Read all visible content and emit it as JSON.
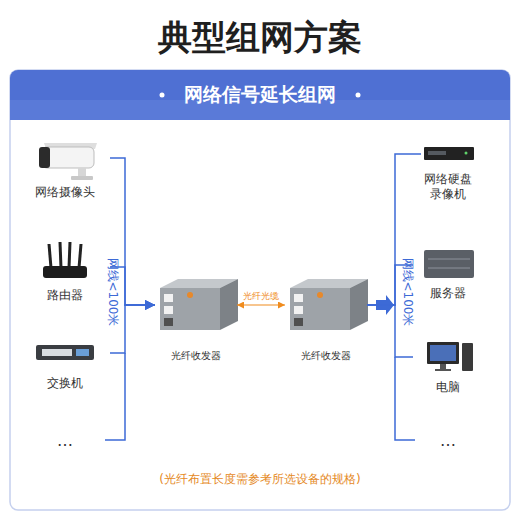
{
  "diagram": {
    "title": "典型组网方案",
    "caption": "(光纤布置长度需参考所选设备的规格)",
    "nodes": [
      {
        "text": [
          "网络信号延长组网"
        ]
      },
      {
        "text": [
          "网络摄像头"
        ]
      },
      {
        "text": [
          "路由器"
        ]
      },
      {
        "text": [
          "交换机"
        ]
      },
      {
        "text": [
          "光纤收发器"
        ]
      },
      {
        "text": [
          "光纤收发器"
        ]
      },
      {
        "text": [
          "网络硬盘录像机"
        ]
      },
      {
        "text": [
          "服务器"
        ]
      },
      {
        "text": [
          "电脑"
        ]
      }
    ],
    "edges": [
      {
        "from": 1,
        "to": 4,
        "arrow": "to"
      },
      {
        "from": 2,
        "to": 4,
        "arrow": "to"
      },
      {
        "from": 3,
        "to": 4,
        "arrow": "to"
      },
      {
        "from": 4,
        "to": 5,
        "label": "光纤光缆",
        "arrow": "both"
      },
      {
        "from": 5,
        "to": 6,
        "arrow": "none"
      },
      {
        "from": 5,
        "to": 7,
        "arrow": "none"
      },
      {
        "from": 5,
        "to": 8,
        "arrow": "none"
      }
    ],
    "labels": [
      "…",
      "网线<100米",
      "网线<100米",
      "…"
    ]
  }
}
